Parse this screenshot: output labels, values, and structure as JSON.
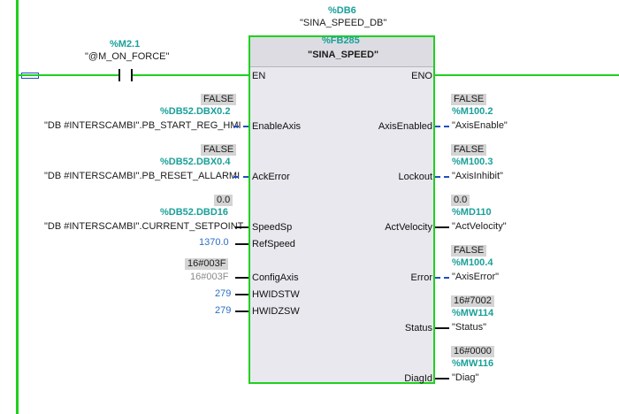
{
  "db": {
    "address": "%DB6",
    "name": "\"SINA_SPEED_DB\""
  },
  "fb": {
    "address": "%FB285",
    "name": "\"SINA_SPEED\""
  },
  "contact": {
    "address": "%M2.1",
    "name": "\"@M_ON_FORCE\""
  },
  "pins": {
    "en": "EN",
    "eno": "ENO",
    "enable_axis": "EnableAxis",
    "ack_error": "AckError",
    "speed_sp": "SpeedSp",
    "ref_speed": "RefSpeed",
    "config_axis": "ConfigAxis",
    "hwidstw": "HWIDSTW",
    "hwidzsw": "HWIDZSW",
    "axis_enabled": "AxisEnabled",
    "lockout": "Lockout",
    "act_velocity": "ActVelocity",
    "error": "Error",
    "status": "Status",
    "diag_id": "DiagId"
  },
  "inputs": {
    "enable_axis": {
      "value": "FALSE",
      "address": "%DB52.DBX0.2",
      "name": "\"DB #INTERSCAMBI\".PB_START_REG_HMI"
    },
    "ack_error": {
      "value": "FALSE",
      "address": "%DB52.DBX0.4",
      "name": "\"DB #INTERSCAMBI\".PB_RESET_ALLARMI"
    },
    "speed_sp": {
      "value": "0.0",
      "address": "%DB52.DBD16",
      "name": "\"DB #INTERSCAMBI\".CURRENT_SETPOINT"
    },
    "ref_speed": {
      "constant": "1370.0"
    },
    "config_axis": {
      "value": "16#003F",
      "constant": "16#003F"
    },
    "hwidstw": {
      "constant": "279"
    },
    "hwidzsw": {
      "constant": "279"
    }
  },
  "outputs": {
    "axis_enabled": {
      "value": "FALSE",
      "address": "%M100.2",
      "name": "\"AxisEnable\""
    },
    "lockout": {
      "value": "FALSE",
      "address": "%M100.3",
      "name": "\"AxisInhibit\""
    },
    "act_velocity": {
      "value": "0.0",
      "address": "%MD110",
      "name": "\"ActVelocity\""
    },
    "error": {
      "value": "FALSE",
      "address": "%M100.4",
      "name": "\"AxisError\""
    },
    "status": {
      "value": "16#7002",
      "address": "%MW114",
      "name": "\"Status\""
    },
    "diag_id": {
      "value": "16#0000",
      "address": "%MW116",
      "name": "\"Diag\""
    }
  },
  "colors": {
    "power_rail": "#1fd01f",
    "address_text": "#1aa09a",
    "constant_text": "#2b6ec6",
    "block_fill": "#e8e8ee"
  }
}
